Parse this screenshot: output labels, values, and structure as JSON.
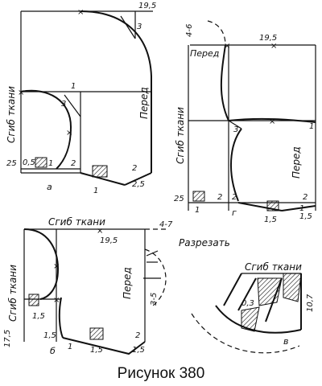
{
  "caption": "Рисунок 380",
  "panel_a": {
    "sublabel": "а",
    "fold": "Сгиб ткани",
    "front": "Перед",
    "dim_top": "19,5",
    "n3_top": "3",
    "n1_mid": "1",
    "n3_mid": "3",
    "dim_25": "25",
    "dim_05": "0,5",
    "n1_left": "1",
    "n2_left": "2",
    "n1_bottom": "1",
    "n2_right": "2",
    "dim_25b": "2,5"
  },
  "panel_b": {
    "fold": "Сгиб ткани",
    "front_top": "Перед",
    "front_bottom": "Перед",
    "dim_46": "4-6",
    "dim_top": "19,5",
    "n1_right": "1",
    "n3": "3",
    "dim_25": "25",
    "n1_bl": "1",
    "n2_a": "2",
    "n2_b": "2",
    "n2_right": "2",
    "n1_br": "1",
    "g": "г",
    "dim_15": "1,5",
    "dim_15b": "1,5"
  },
  "panel_c": {
    "fold_top": "Сгиб ткани",
    "fold_left": "Сгиб ткани",
    "cut": "Разрезать",
    "front": "Перед",
    "dim_47": "4-7",
    "dim_top": "19,5",
    "dim_35": "3-5",
    "dim_175": "17,5",
    "dim_15a": "1,5",
    "dim_15b": "1,5",
    "dim_15c": "1,5",
    "dim_15d": "1,5",
    "n1": "1",
    "n2": "2",
    "sublabel": "б"
  },
  "panel_d": {
    "fold": "Сгиб ткани",
    "dim_03": "0,3",
    "dim_107": "10,7",
    "sublabel": "в"
  }
}
